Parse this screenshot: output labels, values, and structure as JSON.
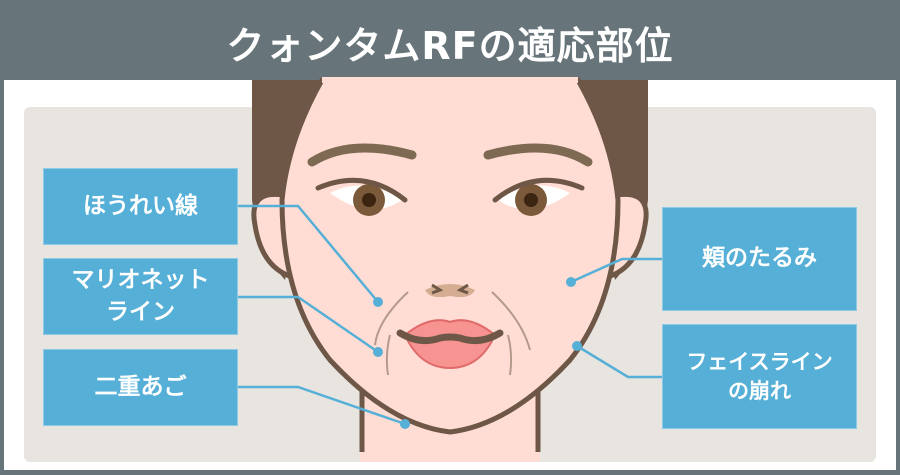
{
  "header": {
    "title": "クォンタムRFの適応部位"
  },
  "colors": {
    "title_bar": "#67757a",
    "panel": "#e8e5e1",
    "label_box": "#55afd7",
    "leader_line": "#55afd7",
    "hair": "#6e5746",
    "skin": "#ffddd4",
    "lips": "#f79391"
  },
  "labels": {
    "left": [
      {
        "id": "nasolabial",
        "lines": [
          "ほうれい線"
        ]
      },
      {
        "id": "marionette",
        "lines": [
          "マリオネット",
          "ライン"
        ]
      },
      {
        "id": "double-chin",
        "lines": [
          "二重あご"
        ]
      }
    ],
    "right": [
      {
        "id": "cheek-sagging",
        "lines": [
          "頬のたるみ"
        ]
      },
      {
        "id": "face-line",
        "lines": [
          "フェイスライン",
          "の崩れ"
        ]
      }
    ]
  }
}
